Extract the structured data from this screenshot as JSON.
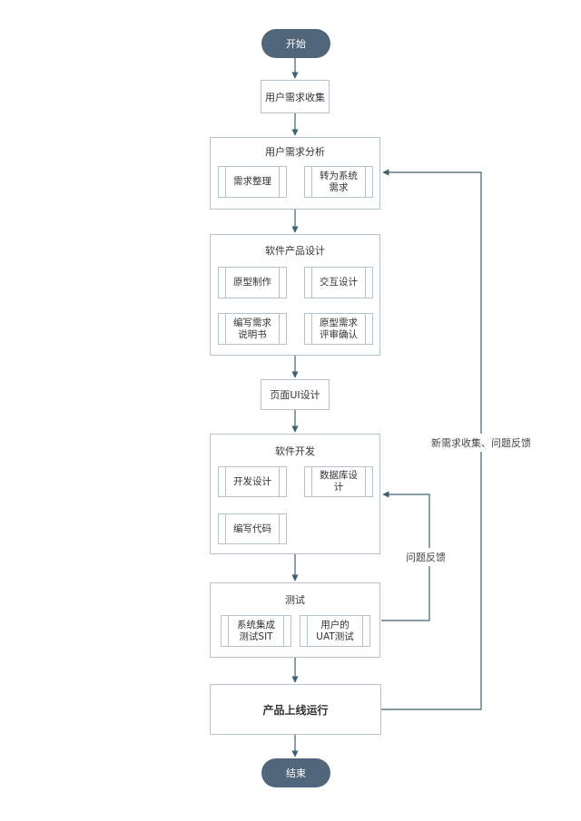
{
  "nodes": {
    "start": "开始",
    "collect": "用户需求收集",
    "analysis": {
      "title": "用户需求分析",
      "items": [
        "需求整理",
        "转为系统\n需求"
      ]
    },
    "product_design": {
      "title": "软件产品设计",
      "items": [
        "原型制作",
        "交互设计",
        "编写需求\n说明书",
        "原型需求\n评审确认"
      ]
    },
    "ui_design": "页面UI设计",
    "development": {
      "title": "软件开发",
      "items": [
        "开发设计",
        "数据库设\n计",
        "编写代码"
      ]
    },
    "testing": {
      "title": "测试",
      "items": [
        "系统集成\n测试SIT",
        "用户的\nUAT测试"
      ]
    },
    "launch": "产品上线运行",
    "end": "结束"
  },
  "edges": {
    "feedback_long": "新需求收集、问题反馈",
    "feedback_short": "问题反馈"
  },
  "colors": {
    "terminal": "#51667a",
    "border": "#b7c1c9",
    "arrow": "#3f6170"
  }
}
